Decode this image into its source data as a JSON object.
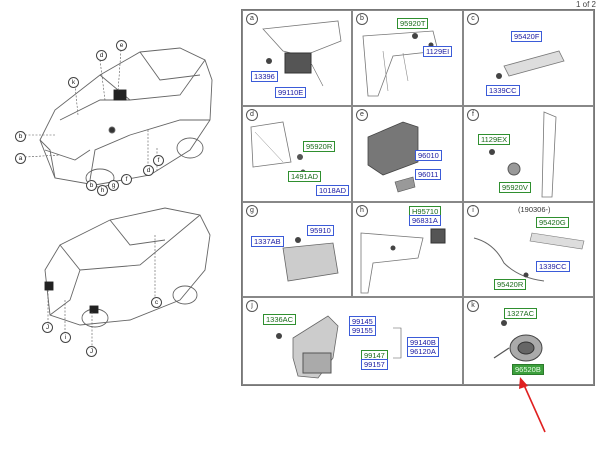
{
  "page_indicator": "1 of 2",
  "car_callouts": [
    "k",
    "d",
    "e",
    "b",
    "a",
    "b",
    "h",
    "g",
    "f",
    "d",
    "f",
    "c",
    "J",
    "i",
    "J"
  ],
  "cells": [
    {
      "letter": "a",
      "labels": [
        "13396",
        "99110E"
      ]
    },
    {
      "letter": "b",
      "labels": [
        "95920T",
        "1129EI"
      ]
    },
    {
      "letter": "c",
      "labels": [
        "95420F",
        "1339CC"
      ]
    },
    {
      "letter": "d",
      "labels": [
        "95920R",
        "1491AD",
        "1018AD"
      ]
    },
    {
      "letter": "e",
      "labels": [
        "96010",
        "96011"
      ]
    },
    {
      "letter": "f",
      "labels": [
        "1129EX",
        "95920V"
      ]
    },
    {
      "letter": "g",
      "labels": [
        "1337AB",
        "95910"
      ]
    },
    {
      "letter": "h",
      "labels": [
        "H95710",
        "96831A"
      ]
    },
    {
      "letter": "i",
      "labels": [
        "(190306-)",
        "95420G",
        "1339CC",
        "95420R"
      ]
    },
    {
      "letter": "j",
      "labels": [
        "1336AC",
        "99145",
        "99155",
        "99140B",
        "96120A",
        "99147",
        "99157"
      ]
    },
    {
      "letter": "k",
      "labels": [
        "1327AC",
        "96520B"
      ]
    }
  ],
  "colors": {
    "label_blue": "#3b5bd8",
    "label_green": "#2f8f2f",
    "highlight": "#3c9f3c",
    "arrow": "#e02020"
  }
}
